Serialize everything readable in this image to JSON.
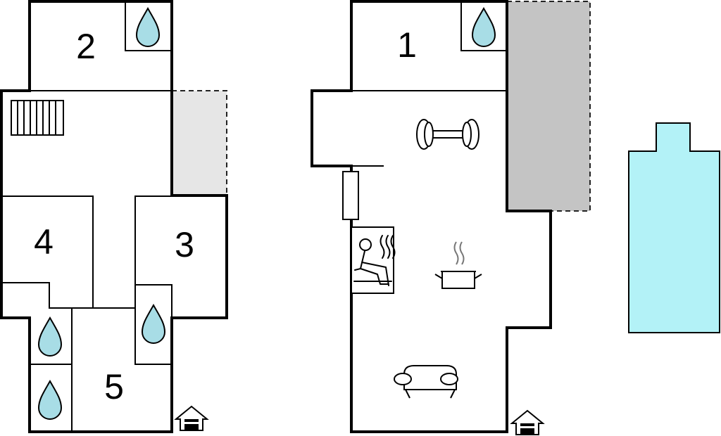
{
  "rooms": {
    "room_1": "1",
    "room_2": "2",
    "room_3": "3",
    "room_4": "4",
    "room_5": "5"
  },
  "colors": {
    "water_drop": "#a8dde6",
    "pool": "#b3f2f7",
    "terrace_light": "#e6e6e6",
    "terrace_dark": "#c4c4c4",
    "wall": "#000000"
  },
  "icons": [
    "water-drop-icon",
    "stairs-icon",
    "dumbbell-icon",
    "sauna-icon",
    "cooking-pot-icon",
    "sofa-icon",
    "entrance-icon",
    "door-icon"
  ]
}
